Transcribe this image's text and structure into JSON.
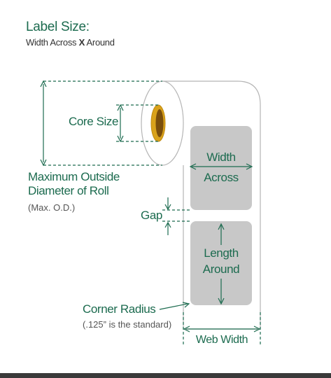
{
  "header": {
    "title": "Label Size:",
    "subtitle_prefix": "Width Across ",
    "subtitle_x": "X",
    "subtitle_suffix": " Around"
  },
  "labels": {
    "core_size": "Core Size",
    "max_od_line1": "Maximum Outside",
    "max_od_line2": "Diameter of Roll",
    "max_od_abbr": "(Max. O.D.)",
    "gap": "Gap",
    "width_line1": "Width",
    "width_line2": "Across",
    "length_line1": "Length",
    "length_line2": "Around",
    "corner_line1": "Corner Radius",
    "corner_line2": "(.125” is the standard)",
    "web_width": "Web Width"
  },
  "colors": {
    "accent": "#1c6b4f",
    "label_fill": "#c8c8c8",
    "core_fill": "#d9a21b",
    "outline": "#b5b5b5",
    "footer": "#3a3a3a"
  }
}
